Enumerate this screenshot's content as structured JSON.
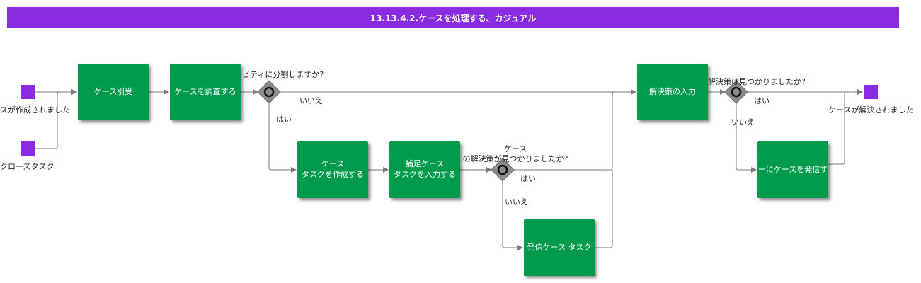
{
  "header": {
    "title": "13.13.4.2.ケースを処理する、カジュアル"
  },
  "events": {
    "start_created": "スが作成されました",
    "start_close_task": "クローズタスク",
    "end_resolved": "ケースが解決されました"
  },
  "tasks": {
    "accept": "ケース引受",
    "investigate": "ケースを調査する",
    "create_case_task": "ケース\nタスクを作成する",
    "enter_supplementary": "補足ケース\nタスクを入力する",
    "send_case_task": "発信ケース タスク",
    "enter_solution": "解決策の入力",
    "send_case_to": "ーにケースを発信す"
  },
  "gateways": {
    "split_question": "ビティに分割しますか?",
    "split_no": "いいえ",
    "split_yes": "はい",
    "task_solution_question": "ケース\nの解決策が見つかりましたか?",
    "task_solution_yes": "はい",
    "task_solution_no": "いいえ",
    "solution_question": "解決策は見つかりましたか?",
    "solution_yes": "はい",
    "solution_no": "いいえ"
  },
  "colors": {
    "header_bg": "#8a2be2",
    "task_bg": "#009a4c",
    "event": "#8a2be2",
    "gateway": "#8c8c8c",
    "flow": "#7a7a7a"
  }
}
